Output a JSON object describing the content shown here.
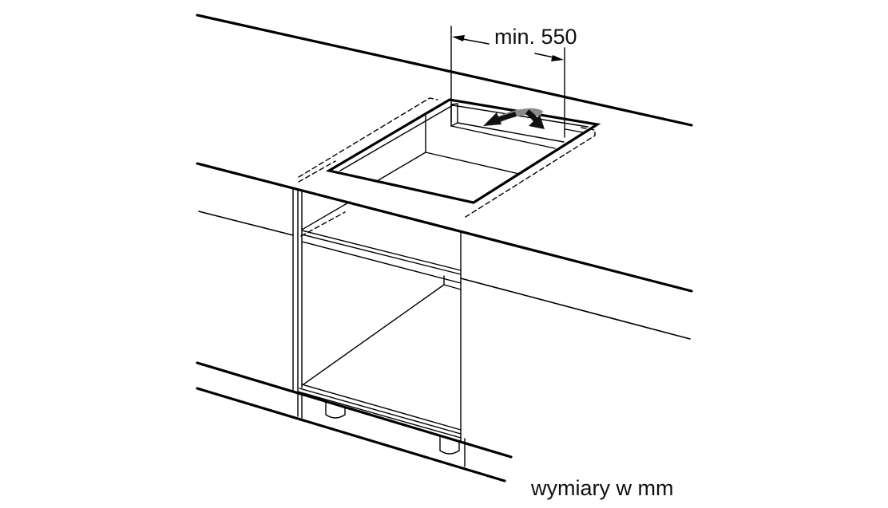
{
  "diagram": {
    "type": "installation-drawing",
    "subject": "built-in hob cutout in worktop over base cabinet",
    "dimension_label": "min. 550",
    "units_note": "wymiary w mm",
    "colors": {
      "line": "#000000",
      "arrow_dark": "#111111",
      "arrow_grey": "#8a8a8a",
      "background": "#ffffff"
    }
  }
}
